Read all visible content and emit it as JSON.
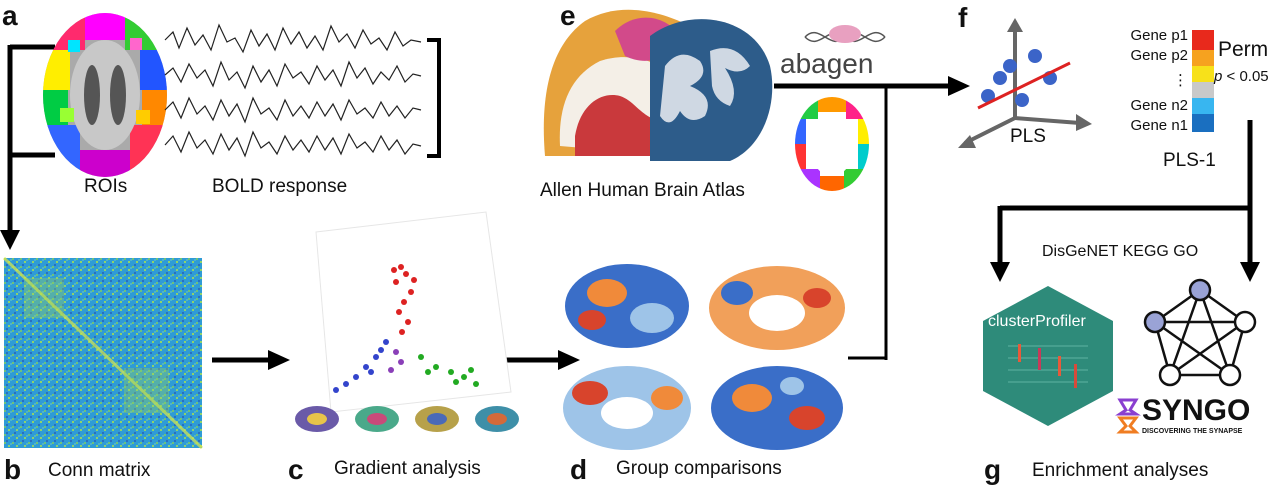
{
  "panels": {
    "a": {
      "letter": "a",
      "rois_label": "ROIs",
      "bold_label": "BOLD response"
    },
    "b": {
      "letter": "b",
      "caption": "Conn matrix"
    },
    "c": {
      "letter": "c",
      "caption": "Gradient analysis"
    },
    "d": {
      "letter": "d",
      "caption": "Group  comparisons"
    },
    "e": {
      "letter": "e",
      "caption": "Allen Human Brain Atlas",
      "tool_label": "abagen"
    },
    "f": {
      "letter": "f",
      "method_label": "PLS",
      "component_label": "PLS-1",
      "perm_label": "Perm",
      "p_label": "p",
      "p_value": "< 0.05",
      "genes": [
        "Gene p1",
        "Gene p2",
        "⋮",
        "Gene n2",
        "Gene n1"
      ],
      "colorbar": [
        "#e8291c",
        "#f6a21f",
        "#f7e11a",
        "#c9c9c9",
        "#38b6f0",
        "#1a6fc0"
      ]
    },
    "g": {
      "letter": "g",
      "caption": "Enrichment analyses",
      "databases": "DisGeNET KEGG GO",
      "cluster_label": "clusterProfiler",
      "syngo_label": "SYNGO",
      "syngo_tagline": "DISCOVERING THE SYNAPSE"
    }
  }
}
